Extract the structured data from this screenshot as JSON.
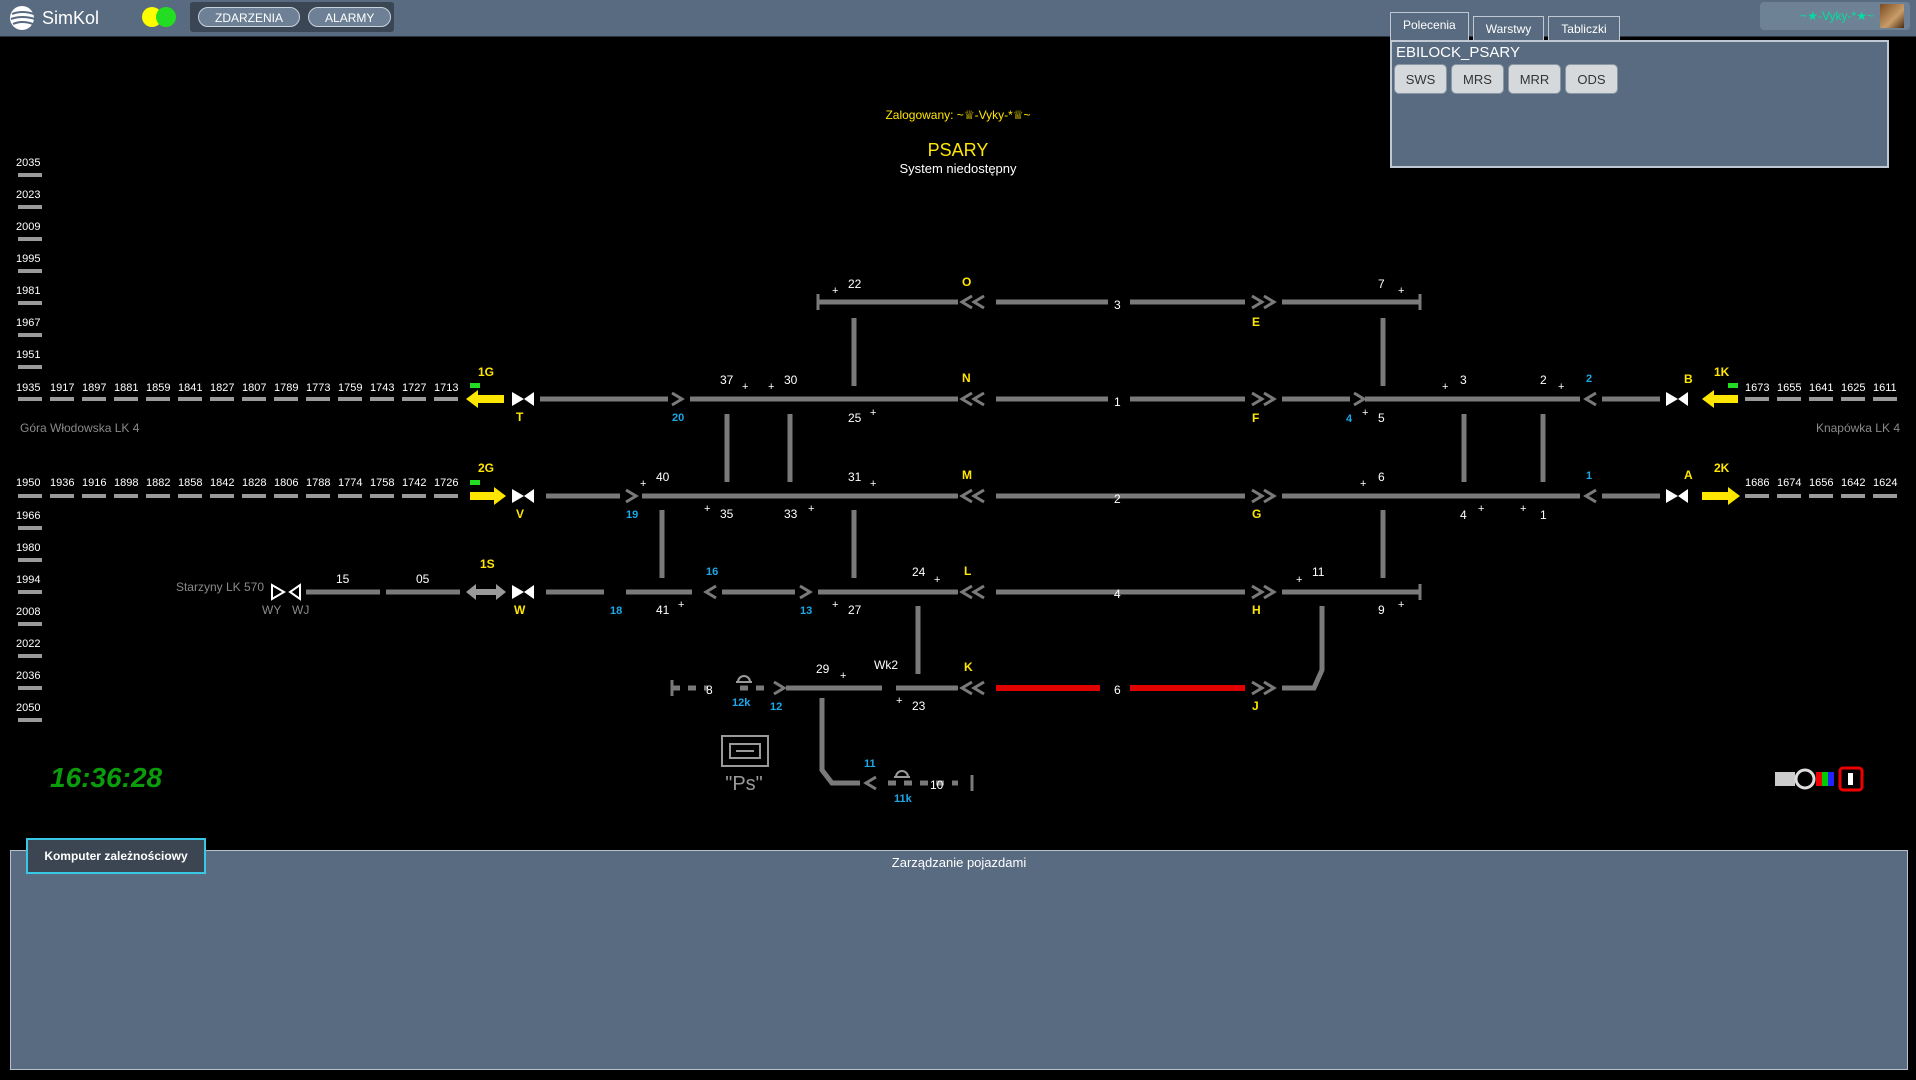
{
  "app": {
    "name": "SimKol"
  },
  "topbar": {
    "events_label": "ZDARZENIA",
    "alarms_label": "ALARMY",
    "user_name": "~★-Vyky-*★~"
  },
  "tabs": [
    {
      "label": "Polecenia",
      "active": true
    },
    {
      "label": "Warstwy",
      "active": false
    },
    {
      "label": "Tabliczki",
      "active": false
    }
  ],
  "commands": {
    "title": "EBILOCK_PSARY",
    "buttons": [
      "SWS",
      "MRS",
      "MRR",
      "ODS"
    ]
  },
  "header": {
    "logged_in": "Zalogowany: ~♕-Vyky-*♕~",
    "station": "PSARY",
    "status": "System niedostępny"
  },
  "timeline": [
    "2035",
    "2023",
    "2009",
    "1995",
    "1981",
    "1967",
    "1951",
    "1935",
    "1966",
    "1980",
    "1994",
    "2008",
    "2022",
    "2036",
    "2050"
  ],
  "line_numbers": {
    "upper_left": [
      "1917",
      "1897",
      "1881",
      "1859",
      "1841",
      "1827",
      "1807",
      "1789",
      "1773",
      "1759",
      "1743",
      "1727",
      "1713"
    ],
    "lower_left": [
      "1936",
      "1916",
      "1898",
      "1882",
      "1858",
      "1842",
      "1828",
      "1806",
      "1788",
      "1774",
      "1758",
      "1742",
      "1726"
    ],
    "row_left": "1950",
    "upper_right": [
      "1673",
      "1655",
      "1641",
      "1625",
      "1611"
    ],
    "lower_right": [
      "1686",
      "1674",
      "1656",
      "1642",
      "1624"
    ]
  },
  "directions": {
    "left": "Góra Włodowska LK 4",
    "right": "Knapówka LK 4",
    "branch": "Starzyny LK 570"
  },
  "signals": {
    "yellow": [
      "1G",
      "2G",
      "1S",
      "1K",
      "2K",
      "T",
      "V",
      "W",
      "O",
      "N",
      "M",
      "L",
      "K",
      "E",
      "F",
      "G",
      "H",
      "J",
      "B",
      "A"
    ],
    "blue": [
      "20",
      "19",
      "18",
      "16",
      "13",
      "12k",
      "12",
      "11",
      "11k",
      "2",
      "4",
      "1"
    ],
    "white": [
      "22",
      "3",
      "7",
      "37",
      "30",
      "25",
      "1",
      "3",
      "2",
      "5",
      "40",
      "31",
      "35",
      "33",
      "2",
      "6",
      "4",
      "1",
      "15",
      "05",
      "41",
      "27",
      "24",
      "4",
      "11",
      "9",
      "29",
      "8",
      "Wk2",
      "23",
      "6",
      "10",
      "WY",
      "WJ"
    ]
  },
  "ps_label": "\"Ps\"",
  "clock": "16:36:28",
  "bottom": {
    "button_label": "Komputer zależnościowy",
    "title": "Zarządzanie pojazdami"
  },
  "colors": {
    "panel": "#586b80",
    "track": "#7a7a7a",
    "occupied": "#e00000",
    "signal_label": "#ffe600",
    "blue_label": "#1ca8e8",
    "clock": "#0a9c0a"
  }
}
